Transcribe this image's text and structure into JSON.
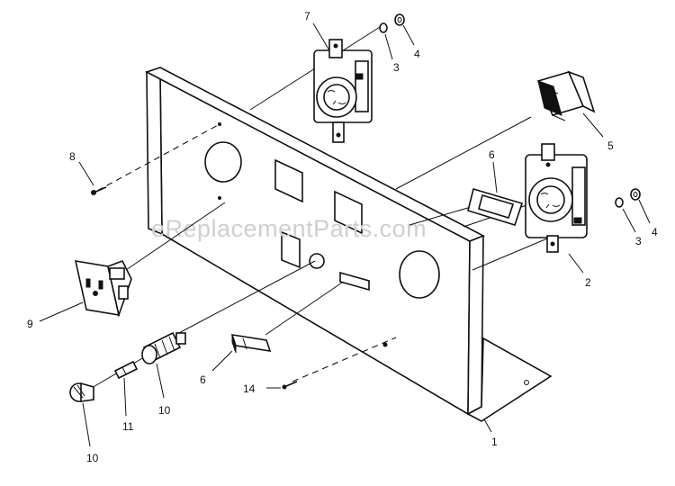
{
  "watermark": "eReplacementParts.com",
  "callouts": {
    "c1": "1",
    "c2": "2",
    "c3a": "3",
    "c3b": "3",
    "c4a": "4",
    "c4b": "4",
    "c5": "5",
    "c6a": "6",
    "c6b": "6",
    "c7": "7",
    "c8": "8",
    "c9": "9",
    "c10a": "10",
    "c10b": "10",
    "c11": "11",
    "c14": "14"
  }
}
